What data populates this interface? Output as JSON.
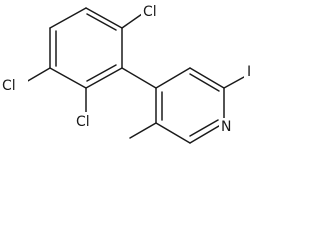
{
  "atoms": {
    "cl_top": "Cl",
    "cl_left": "Cl",
    "cl_bottom": "Cl",
    "iodine": "I",
    "nitrogen": "N"
  },
  "colors": {
    "bond": "#1a1a1a",
    "text": "#1a1a1a",
    "background": "#ffffff"
  }
}
